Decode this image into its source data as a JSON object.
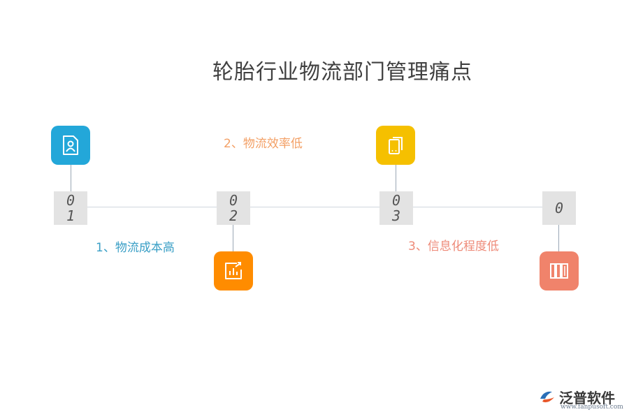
{
  "title": "轮胎行业物流部门管理痛点",
  "steps": [
    {
      "number_top": "0",
      "number_bottom": "1",
      "label": "1、物流成本高",
      "color": "#23a7d9",
      "label_color": "#3a9fc6",
      "icon": "user-file-icon"
    },
    {
      "number_top": "0",
      "number_bottom": "2",
      "label": "2、物流效率低",
      "color": "#ff8c00",
      "label_color": "#f3a066",
      "icon": "bar-chart-export-icon"
    },
    {
      "number_top": "0",
      "number_bottom": "3",
      "label": "3、信息化程度低",
      "color": "#f5c000",
      "label_color": "#ee8a78",
      "icon": "tablet-copy-icon"
    },
    {
      "number_top": "0",
      "number_bottom": "",
      "label": "",
      "color": "#f0836b",
      "label_color": "#f0836b",
      "icon": "books-icon"
    }
  ],
  "logo": {
    "name": "泛普软件",
    "url": "www.fanpusoft.com"
  }
}
